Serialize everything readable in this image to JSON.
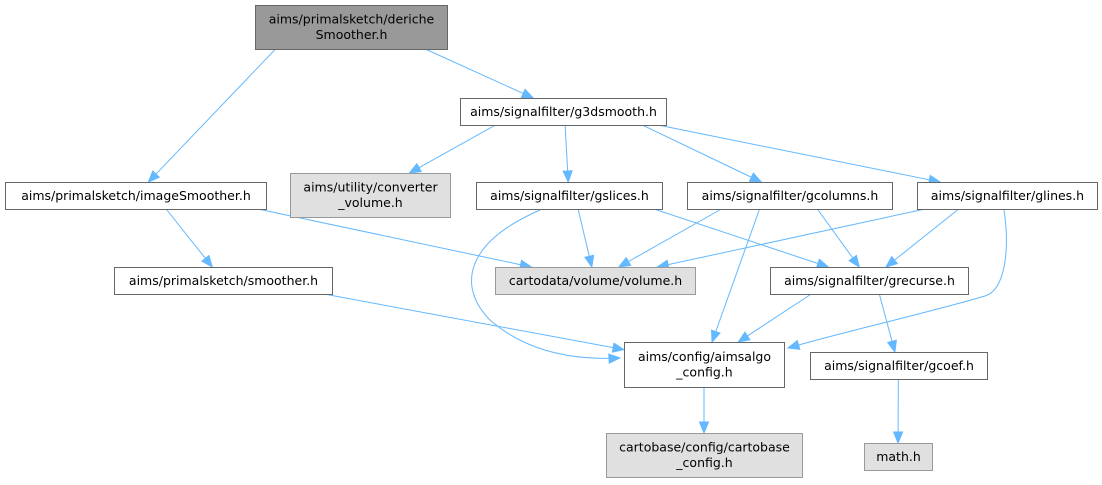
{
  "title": "Include dependency graph for derichSmoother.h",
  "colors": {
    "root_fill": "#999999",
    "root_stroke": "#666666",
    "internal_fill": "#ffffff",
    "internal_stroke": "#666666",
    "external_fill": "#e0e0e0",
    "external_stroke": "#999999",
    "edge": "#63b8ff"
  },
  "nodes": [
    {
      "id": "deriche",
      "lines": [
        "aims/primalsketch/deriche",
        "Smoother.h"
      ],
      "kind": "root"
    },
    {
      "id": "g3dsmooth",
      "lines": [
        "aims/signalfilter/g3dsmooth.h"
      ],
      "kind": "internal"
    },
    {
      "id": "imageSmoother",
      "lines": [
        "aims/primalsketch/imageSmoother.h"
      ],
      "kind": "internal"
    },
    {
      "id": "converter",
      "lines": [
        "aims/utility/converter",
        "_volume.h"
      ],
      "kind": "external"
    },
    {
      "id": "gslices",
      "lines": [
        "aims/signalfilter/gslices.h"
      ],
      "kind": "internal"
    },
    {
      "id": "gcolumns",
      "lines": [
        "aims/signalfilter/gcolumns.h"
      ],
      "kind": "internal"
    },
    {
      "id": "glines",
      "lines": [
        "aims/signalfilter/glines.h"
      ],
      "kind": "internal"
    },
    {
      "id": "smoother",
      "lines": [
        "aims/primalsketch/smoother.h"
      ],
      "kind": "internal"
    },
    {
      "id": "volume",
      "lines": [
        "cartodata/volume/volume.h"
      ],
      "kind": "external"
    },
    {
      "id": "grecurse",
      "lines": [
        "aims/signalfilter/grecurse.h"
      ],
      "kind": "internal"
    },
    {
      "id": "aimsalgo",
      "lines": [
        "aims/config/aimsalgo",
        "_config.h"
      ],
      "kind": "internal"
    },
    {
      "id": "gcoef",
      "lines": [
        "aims/signalfilter/gcoef.h"
      ],
      "kind": "internal"
    },
    {
      "id": "cartobase",
      "lines": [
        "cartobase/config/cartobase",
        "_config.h"
      ],
      "kind": "external"
    },
    {
      "id": "math",
      "lines": [
        "math.h"
      ],
      "kind": "external"
    }
  ],
  "edges": [
    {
      "from": "deriche",
      "to": "imageSmoother"
    },
    {
      "from": "deriche",
      "to": "g3dsmooth"
    },
    {
      "from": "g3dsmooth",
      "to": "converter"
    },
    {
      "from": "g3dsmooth",
      "to": "gslices"
    },
    {
      "from": "g3dsmooth",
      "to": "gcolumns"
    },
    {
      "from": "g3dsmooth",
      "to": "glines"
    },
    {
      "from": "imageSmoother",
      "to": "smoother"
    },
    {
      "from": "imageSmoother",
      "to": "volume"
    },
    {
      "from": "smoother",
      "to": "aimsalgo"
    },
    {
      "from": "gslices",
      "to": "volume"
    },
    {
      "from": "gslices",
      "to": "grecurse"
    },
    {
      "from": "gslices",
      "to": "aimsalgo"
    },
    {
      "from": "gcolumns",
      "to": "volume"
    },
    {
      "from": "gcolumns",
      "to": "grecurse"
    },
    {
      "from": "gcolumns",
      "to": "aimsalgo"
    },
    {
      "from": "glines",
      "to": "volume"
    },
    {
      "from": "glines",
      "to": "grecurse"
    },
    {
      "from": "glines",
      "to": "aimsalgo"
    },
    {
      "from": "grecurse",
      "to": "aimsalgo"
    },
    {
      "from": "grecurse",
      "to": "gcoef"
    },
    {
      "from": "aimsalgo",
      "to": "cartobase"
    },
    {
      "from": "gcoef",
      "to": "math"
    }
  ]
}
